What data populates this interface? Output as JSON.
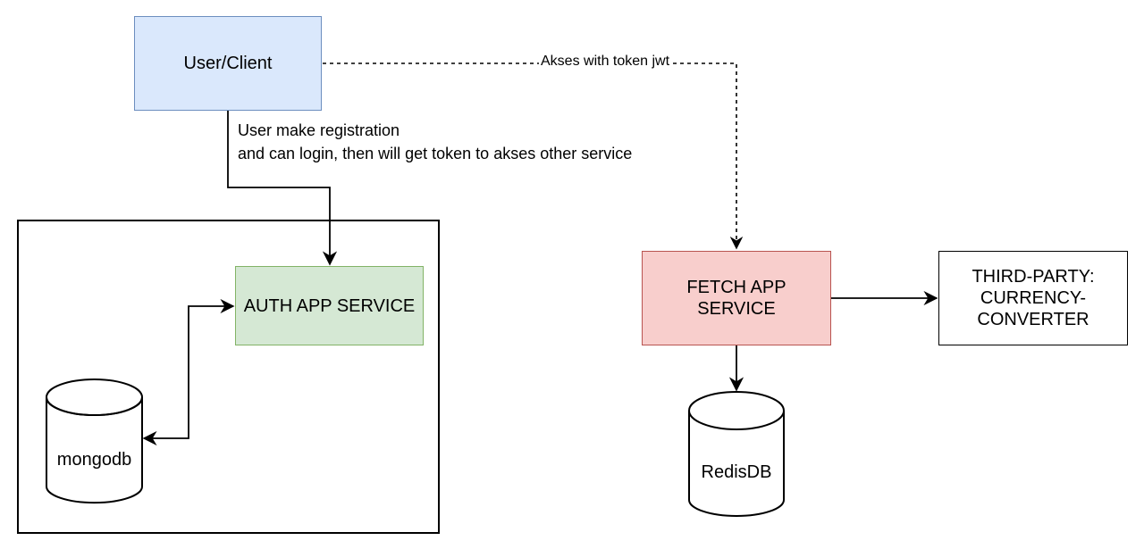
{
  "nodes": {
    "user_client": "User/Client",
    "auth_service": "AUTH APP SERVICE",
    "fetch_service": "FETCH APP SERVICE",
    "third_party": "THIRD-PARTY: CURRENCY-CONVERTER",
    "mongodb": "mongodb",
    "redisdb": "RedisDB"
  },
  "edges": {
    "registration_line1": "User make registration",
    "registration_line2": "and can login, then will get token to akses other service",
    "jwt_access": "Akses with token jwt"
  },
  "colors": {
    "user_fill": "#dae8fc",
    "user_stroke": "#6c8ebf",
    "auth_fill": "#d5e8d4",
    "auth_stroke": "#82b366",
    "fetch_fill": "#f8cecc",
    "fetch_stroke": "#b85450"
  }
}
